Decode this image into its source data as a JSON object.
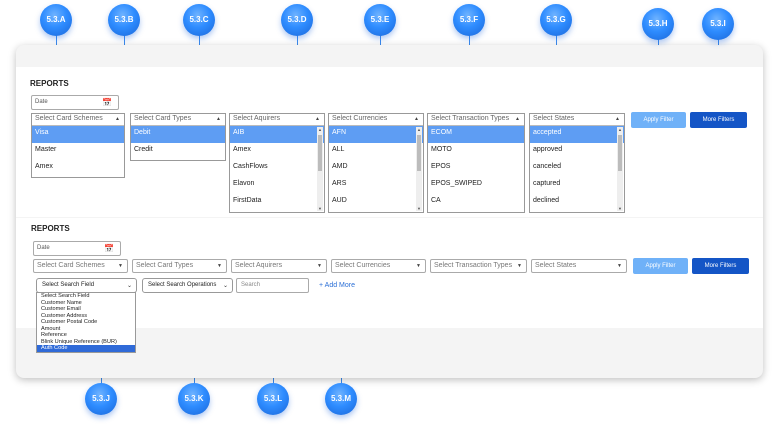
{
  "callouts": {
    "a": "5.3.A",
    "b": "5.3.B",
    "c": "5.3.C",
    "d": "5.3.D",
    "e": "5.3.E",
    "f": "5.3.F",
    "g": "5.3.G",
    "h": "5.3.H",
    "i": "5.3.I",
    "j": "5.3.J",
    "k": "5.3.K",
    "l": "5.3.L",
    "m": "5.3.M"
  },
  "section1": {
    "title": "REPORTS",
    "date_placeholder": "Date",
    "card_schemes": {
      "header": "Select Card Schemes",
      "items": [
        "Visa",
        "Master",
        "Amex"
      ]
    },
    "card_types": {
      "header": "Select Card Types",
      "items": [
        "Debit",
        "Credit"
      ]
    },
    "acquirers": {
      "header": "Select Aquirers",
      "items": [
        "AIB",
        "Amex",
        "CashFlows",
        "Elavon",
        "FirstData"
      ]
    },
    "currencies": {
      "header": "Select Currencies",
      "items": [
        "AFN",
        "ALL",
        "AMD",
        "ARS",
        "AUD"
      ]
    },
    "transaction_types": {
      "header": "Select Transaction Types",
      "items": [
        "ECOM",
        "MOTO",
        "EPOS",
        "EPOS_SWIPED",
        "CA"
      ]
    },
    "states": {
      "header": "Select States",
      "items": [
        "accepted",
        "approved",
        "canceled",
        "captured",
        "declined"
      ]
    },
    "apply_filter": "Apply Filter",
    "more_filters": "More Filters"
  },
  "section2": {
    "title": "REPORTS",
    "date_placeholder": "Date",
    "card_schemes": "Select Card Schemes",
    "card_types": "Select Card Types",
    "acquirers": "Select Aquirers",
    "currencies": "Select Currencies",
    "transaction_types": "Select Transaction Types",
    "states": "Select States",
    "apply_filter": "Apply Filter",
    "more_filters": "More Filters",
    "search_field": "Select Search Field",
    "search_operations": "Select Search Operations",
    "search_placeholder": "Search",
    "add_more": "+ Add More",
    "search_field_options": [
      "Select Search Field",
      "Customer Name",
      "Customer Email",
      "Customer Address",
      "Customer Postal Code",
      "Amount",
      "Reference",
      "Blink Unique Reference (BUR)",
      "Auth Code"
    ]
  },
  "colors": {
    "accent": "#2e8cff",
    "selected": "#5e9df3",
    "button_light": "#6fb1f8",
    "button_dark": "#1455c6"
  }
}
